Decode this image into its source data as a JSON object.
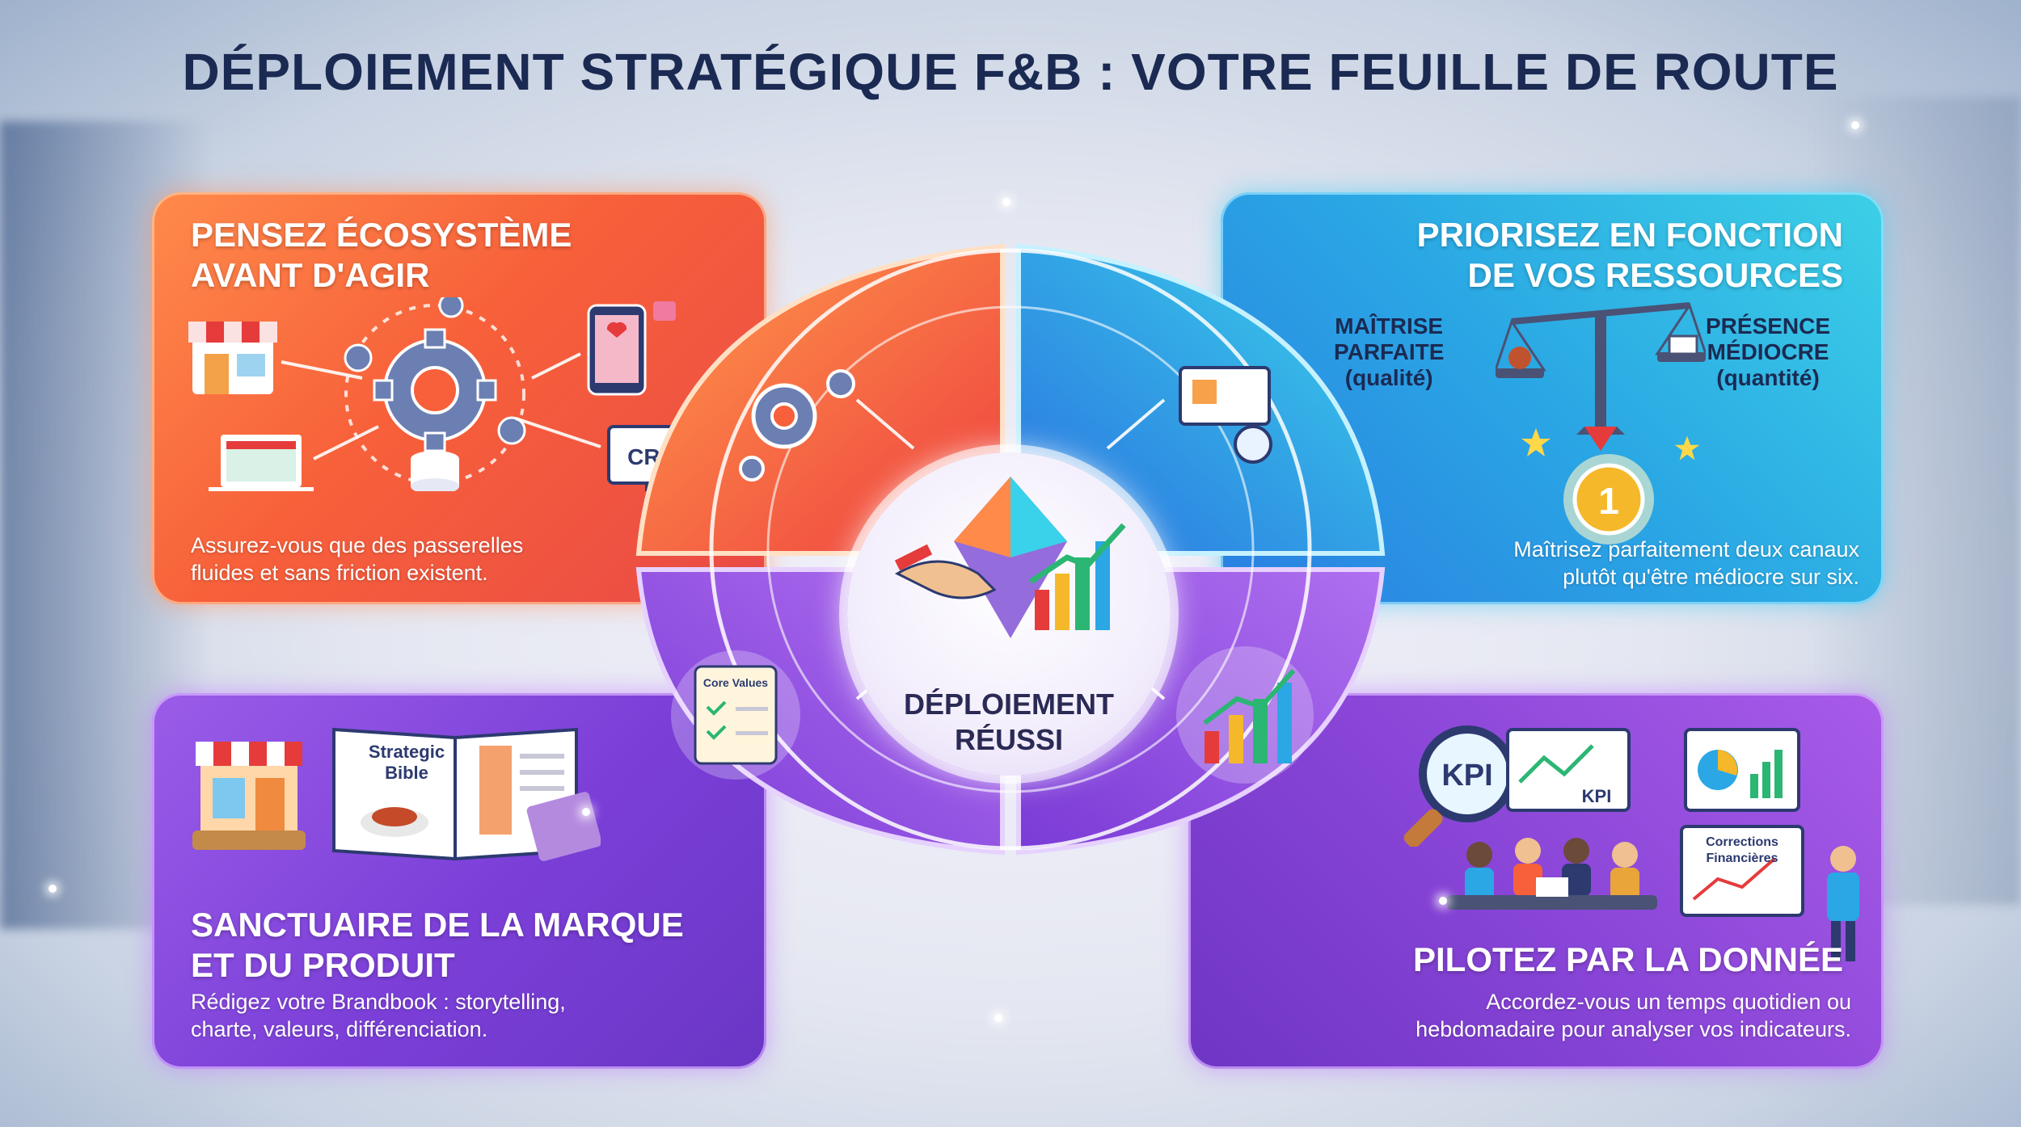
{
  "title": "DÉPLOIEMENT STRATÉGIQUE F&B : VOTRE FEUILLE DE ROUTE",
  "hub": {
    "line1": "DÉPLOIEMENT",
    "line2": "RÉUSSI"
  },
  "panels": {
    "ecosystem": {
      "title_line1": "PENSEZ ÉCOSYSTÈME",
      "title_line2": "AVANT D'AGIR",
      "icon_crm": "CRM",
      "desc_line1": "Assurez-vous que des passerelles",
      "desc_line2": "fluides et sans friction existent."
    },
    "resources": {
      "title_line1": "PRIORISEZ EN FONCTION",
      "title_line2": "DE VOS RESSOURCES",
      "left_label_line1": "MAÎTRISE",
      "left_label_line2": "PARFAITE",
      "left_label_line3": "(qualité)",
      "right_label_line1": "PRÉSENCE",
      "right_label_line2": "MÉDIOCRE",
      "right_label_line3": "(quantité)",
      "medal": "1",
      "desc_line1": "Maîtrisez parfaitement deux canaux",
      "desc_line2": "plutôt qu'être médiocre sur six."
    },
    "brand": {
      "book_line1": "Strategic",
      "book_line2": "Bible",
      "scroll_label": "Core Values",
      "title_line1": "SANCTUAIRE DE LA MARQUE",
      "title_line2": "ET DU PRODUIT",
      "desc_line1": "Rédigez votre Brandbook : storytelling,",
      "desc_line2": "charte, valeurs, différenciation."
    },
    "data": {
      "kpi_lens": "KPI",
      "kpi_screen": "KPI",
      "board_line1": "Corrections",
      "board_line2": "Financières",
      "title": "PILOTEZ PAR LA DONNÉE",
      "desc_line1": "Accordez-vous un temps quotidien ou",
      "desc_line2": "hebdomadaire pour analyser vos indicateurs."
    }
  },
  "colors": {
    "title": "#1b2a52",
    "orange": "#f7603a",
    "blue": "#2aa7e4",
    "purple": "#7b3fd8"
  }
}
